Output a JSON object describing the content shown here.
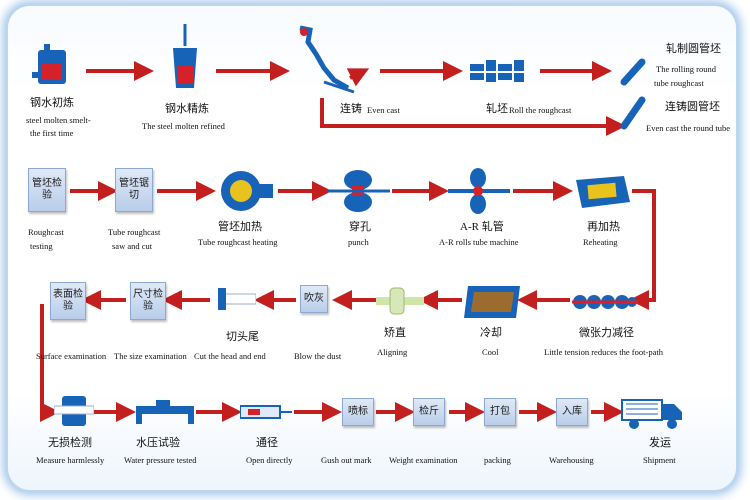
{
  "steps": {
    "smelt": {
      "cn": "钢水初炼",
      "en1": "steel molten smelt-",
      "en2": "the first time"
    },
    "refine": {
      "cn": "钢水精炼",
      "en": "The steel molten refined"
    },
    "even_cast": {
      "cn": "连铸",
      "en": "Even cast"
    },
    "roll_roughcast": {
      "cn": "轧坯",
      "en": "Roll the roughcast"
    },
    "rolling_round": {
      "cn": "轧制圆管坯",
      "en1": "The rolling round",
      "en2": "tube roughcast"
    },
    "even_cast_round": {
      "cn": "连铸圆管坯",
      "en": "Even cast the round tube"
    },
    "roughcast_testing": {
      "box": "管坯检验",
      "en1": "Roughcast",
      "en2": "testing"
    },
    "saw_cut": {
      "box": "管坯锯切",
      "en1": "Tube roughcast",
      "en2": "saw and cut"
    },
    "heating": {
      "cn": "管坯加热",
      "en": "Tube roughcast heating"
    },
    "punch": {
      "cn": "穿孔",
      "en": "punch"
    },
    "ar_rolls": {
      "cn": "A-R 轧管",
      "en": "A-R rolls tube machine"
    },
    "reheating": {
      "cn": "再加热",
      "en": "Reheating"
    },
    "tension_reduce": {
      "cn": "微张力减径",
      "en": "Little tension reduces the foot-path"
    },
    "cool": {
      "cn": "冷却",
      "en": "Cool"
    },
    "aligning": {
      "cn": "矫直",
      "en": "Aligning"
    },
    "blow_dust": {
      "box": "吹灰",
      "en": "Blow the dust"
    },
    "cut_head": {
      "cn": "切头尾",
      "en": "Cut the head and end"
    },
    "size_exam": {
      "box": "尺寸检验",
      "en": "The size examination"
    },
    "surface_exam": {
      "box": "表面检验",
      "en": "Surface examination"
    },
    "nondestructive": {
      "cn": "无损检测",
      "en": "Measure harmlessly"
    },
    "water_pressure": {
      "cn": "水压试验",
      "en": "Water pressure tested"
    },
    "open_directly": {
      "cn": "通径",
      "en": "Open directly"
    },
    "gush_mark": {
      "box": "喷标",
      "en": "Gush out mark"
    },
    "weight_exam": {
      "box": "检斤",
      "en": "Weight examination"
    },
    "packing": {
      "box": "打包",
      "en": "packing"
    },
    "warehousing": {
      "box": "入库",
      "en": "Warehousing"
    },
    "shipment": {
      "cn": "发运",
      "en": "Shipment"
    }
  },
  "colors": {
    "arrow": "#c41f1f",
    "box_top": "#dfe9f7",
    "box_bottom": "#b9cdea",
    "icon_blue": "#1763b8",
    "icon_red": "#d4212a",
    "frame_glow": "#9fc5ea"
  }
}
